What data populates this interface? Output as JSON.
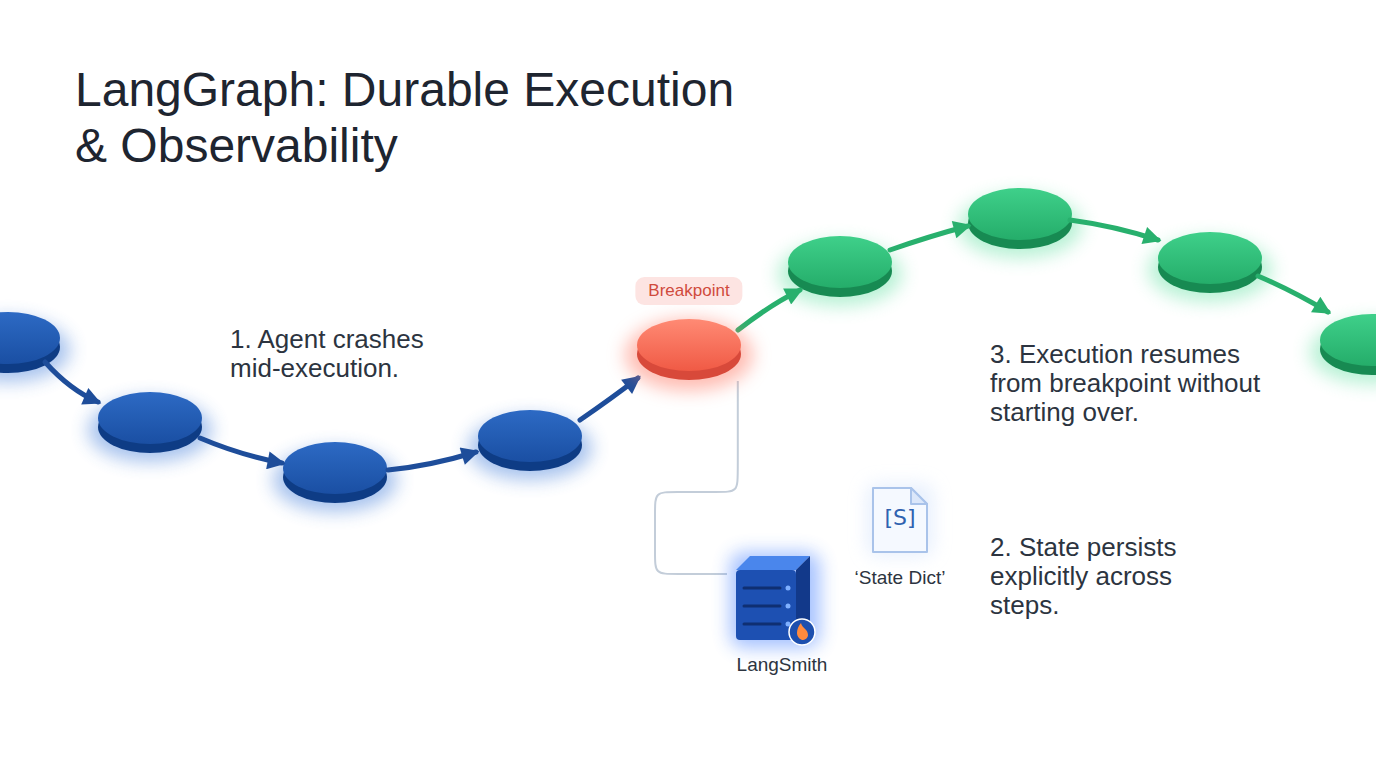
{
  "diagram": {
    "title": "LangGraph: Durable Execution & Observability",
    "nodes": [
      {
        "text": [
          "Breakpoint"
        ]
      },
      {
        "text": [
          "[S]",
          "‘State Dict’"
        ]
      },
      {
        "text": [
          "LangSmith"
        ]
      }
    ],
    "edges": [
      {
        "from": 0,
        "to": 2,
        "arrow": "none"
      }
    ],
    "labels": [
      "1. Agent crashes mid-execution.",
      "3. Execution resumes from breakpoint without starting over.",
      "2. State persists explicitly across steps."
    ]
  }
}
